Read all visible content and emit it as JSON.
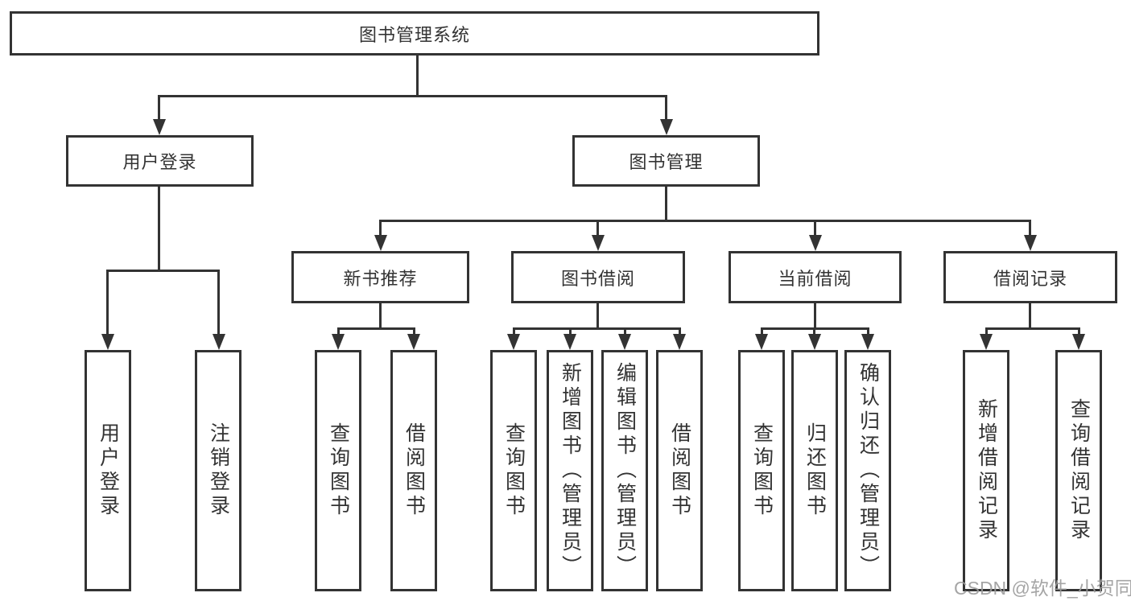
{
  "nodes": {
    "root": "图书管理系统",
    "user_login": "用户登录",
    "book_mgmt": "图书管理",
    "new_books": "新书推荐",
    "book_borrow": "图书借阅",
    "current_borrow": "当前借阅",
    "borrow_records": "借阅记录",
    "leaf_user_login": "用户登录",
    "leaf_logout": "注销登录",
    "leaf_nb_query": "查询图书",
    "leaf_nb_borrow": "借阅图书",
    "leaf_bb_query": "查询图书",
    "leaf_bb_add": "新增图书（管理员）",
    "leaf_bb_edit": "编辑图书（管理员）",
    "leaf_bb_borrow": "借阅图书",
    "leaf_cb_query": "查询图书",
    "leaf_cb_return": "归还图书",
    "leaf_cb_confirm": "确认归还（管理员）",
    "leaf_br_add": "新增借阅记录",
    "leaf_br_query": "查询借阅记录"
  },
  "watermark": "CSDN @软件_小贺同学",
  "colors": {
    "line": "#333333",
    "text": "#333333",
    "background": "#ffffff",
    "watermark": "#9c9c9c"
  }
}
